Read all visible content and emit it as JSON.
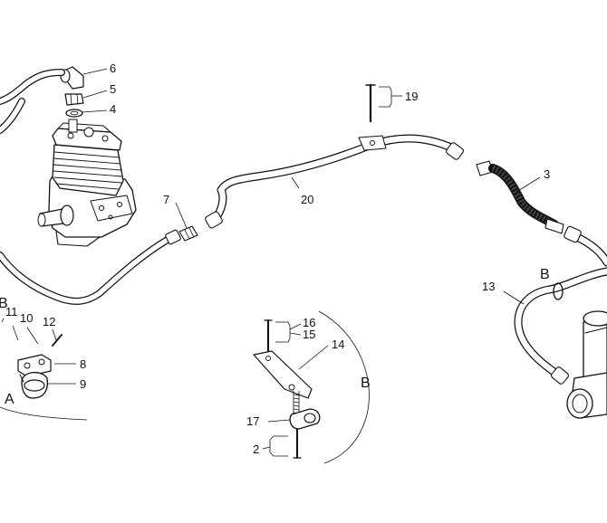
{
  "diagram": {
    "callouts": {
      "c2": "2",
      "c3": "3",
      "c4": "4",
      "c5": "5",
      "c6": "6",
      "c7": "7",
      "c8": "8",
      "c9": "9",
      "c10": "10",
      "c11": "11",
      "c12": "12",
      "c13": "13",
      "c14": "14",
      "c15": "15",
      "c16": "16",
      "c17": "17",
      "c19": "19",
      "c20": "20"
    },
    "sections": {
      "a": "A",
      "b_main": "B",
      "b_detail": "B",
      "b_clip": "B"
    }
  }
}
